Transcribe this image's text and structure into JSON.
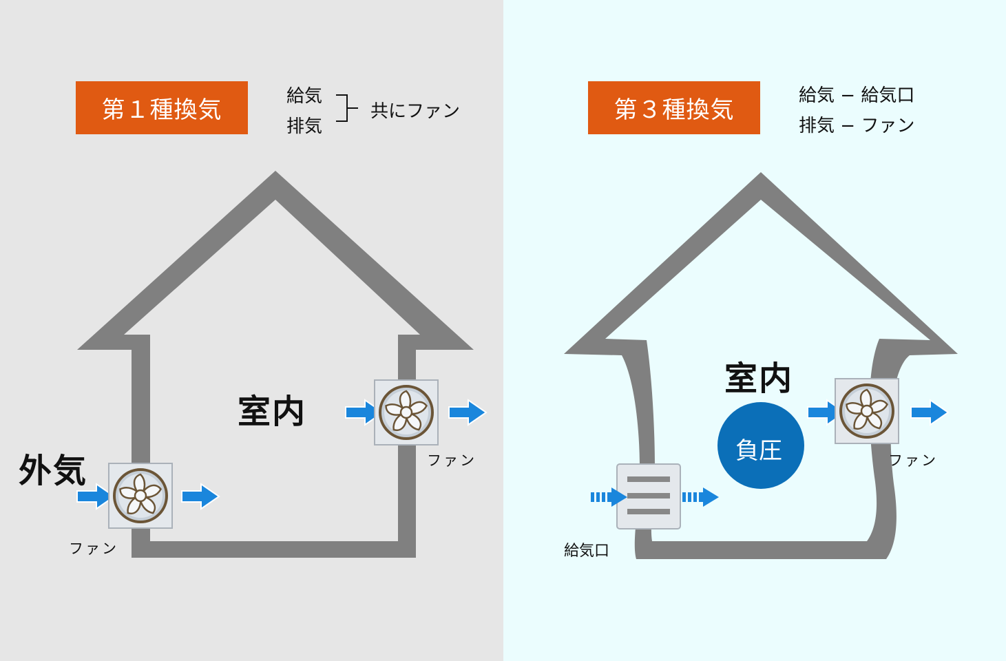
{
  "left_panel": {
    "title": "第１種換気",
    "supply_label": "給気",
    "exhaust_label": "排気",
    "both_label": "共にファン",
    "room_label": "室内",
    "outside_label": "外気",
    "fan_label_inlet": "ファン",
    "fan_label_outlet": "ファン"
  },
  "right_panel": {
    "title": "第３種換気",
    "supply_line": "給気 − 給気口",
    "exhaust_line": "排気 − ファン",
    "room_label": "室内",
    "pressure_label": "負圧",
    "inlet_label": "給気口",
    "fan_label": "ファン"
  },
  "colors": {
    "left_background": "#e6e6e6",
    "right_background": "#ebfdfe",
    "title_box": "#e05a12",
    "house_wall": "#808080",
    "arrow": "#1a86dc",
    "pressure_circle": "#0b6fb8",
    "fan_frame": "#e4e8ec",
    "fan_blade": "#6b5537"
  }
}
